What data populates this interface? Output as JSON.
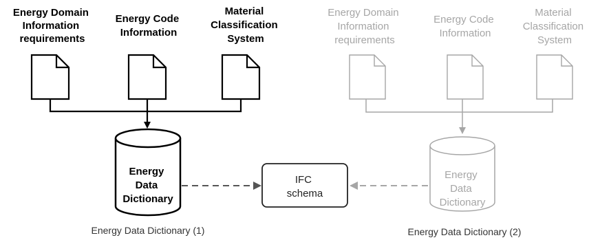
{
  "left": {
    "sources": [
      {
        "lines": [
          "Energy Domain",
          "Information",
          "requirements"
        ]
      },
      {
        "lines": [
          "Energy Code",
          "Information"
        ]
      },
      {
        "lines": [
          "Material",
          "Classification",
          "System"
        ]
      }
    ],
    "database_lines": [
      "Energy",
      "Data",
      "Dictionary"
    ],
    "caption": "Energy Data Dictionary (1)"
  },
  "center": {
    "schema_lines": [
      "IFC",
      "schema"
    ]
  },
  "right": {
    "sources": [
      {
        "lines": [
          "Energy Domain",
          "Information",
          "requirements"
        ]
      },
      {
        "lines": [
          "Energy Code",
          "Information"
        ]
      },
      {
        "lines": [
          "Material",
          "Classification",
          "System"
        ]
      }
    ],
    "database_lines": [
      "Energy",
      "Data",
      "Dictionary"
    ],
    "caption": "Energy Data Dictionary (2)"
  },
  "colors": {
    "active": "#000000",
    "inactive": "#a6a6a6",
    "arrow_left": "#555555",
    "arrow_right": "#a6a6a6"
  }
}
